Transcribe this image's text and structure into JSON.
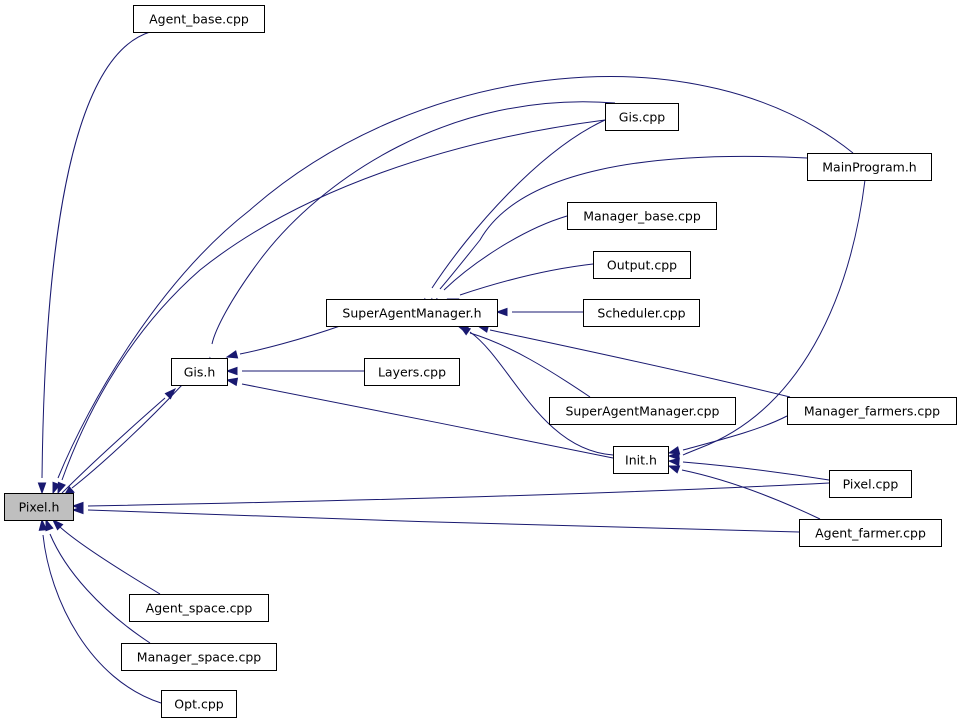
{
  "nodes": [
    {
      "id": "pixel_h",
      "label": "Pixel.h",
      "highlight": true
    },
    {
      "id": "agent_base_cpp",
      "label": "Agent_base.cpp"
    },
    {
      "id": "gis_cpp",
      "label": "Gis.cpp"
    },
    {
      "id": "mainprogram_h",
      "label": "MainProgram.h"
    },
    {
      "id": "manager_base_cpp",
      "label": "Manager_base.cpp"
    },
    {
      "id": "output_cpp",
      "label": "Output.cpp"
    },
    {
      "id": "superagentmanager_h",
      "label": "SuperAgentManager.h"
    },
    {
      "id": "scheduler_cpp",
      "label": "Scheduler.cpp"
    },
    {
      "id": "gis_h",
      "label": "Gis.h"
    },
    {
      "id": "layers_cpp",
      "label": "Layers.cpp"
    },
    {
      "id": "superagentmanager_cpp",
      "label": "SuperAgentManager.cpp"
    },
    {
      "id": "manager_farmers_cpp",
      "label": "Manager_farmers.cpp"
    },
    {
      "id": "init_h",
      "label": "Init.h"
    },
    {
      "id": "pixel_cpp",
      "label": "Pixel.cpp"
    },
    {
      "id": "agent_farmer_cpp",
      "label": "Agent_farmer.cpp"
    },
    {
      "id": "agent_space_cpp",
      "label": "Agent_space.cpp"
    },
    {
      "id": "manager_space_cpp",
      "label": "Manager_space.cpp"
    },
    {
      "id": "opt_cpp",
      "label": "Opt.cpp"
    }
  ],
  "edges": [
    {
      "from": "agent_base_cpp",
      "to": "pixel_h"
    },
    {
      "from": "mainprogram_h",
      "to": "pixel_h"
    },
    {
      "from": "gis_cpp",
      "to": "pixel_h"
    },
    {
      "from": "gis_h",
      "to": "pixel_h"
    },
    {
      "from": "pixel_cpp",
      "to": "pixel_h"
    },
    {
      "from": "agent_farmer_cpp",
      "to": "pixel_h"
    },
    {
      "from": "agent_space_cpp",
      "to": "pixel_h"
    },
    {
      "from": "manager_space_cpp",
      "to": "pixel_h"
    },
    {
      "from": "opt_cpp",
      "to": "pixel_h"
    },
    {
      "from": "pixel_h",
      "to": "gis_h"
    },
    {
      "from": "gis_cpp",
      "to": "gis_h"
    },
    {
      "from": "superagentmanager_h",
      "to": "gis_h"
    },
    {
      "from": "layers_cpp",
      "to": "gis_h"
    },
    {
      "from": "init_h",
      "to": "gis_h"
    },
    {
      "from": "gis_cpp",
      "to": "superagentmanager_h"
    },
    {
      "from": "mainprogram_h",
      "to": "superagentmanager_h"
    },
    {
      "from": "manager_base_cpp",
      "to": "superagentmanager_h"
    },
    {
      "from": "output_cpp",
      "to": "superagentmanager_h"
    },
    {
      "from": "scheduler_cpp",
      "to": "superagentmanager_h"
    },
    {
      "from": "superagentmanager_cpp",
      "to": "superagentmanager_h"
    },
    {
      "from": "manager_farmers_cpp",
      "to": "superagentmanager_h"
    },
    {
      "from": "init_h",
      "to": "superagentmanager_h"
    },
    {
      "from": "mainprogram_h",
      "to": "init_h"
    },
    {
      "from": "manager_farmers_cpp",
      "to": "init_h"
    },
    {
      "from": "pixel_cpp",
      "to": "init_h"
    },
    {
      "from": "agent_farmer_cpp",
      "to": "init_h"
    }
  ],
  "colors": {
    "edge": "#191970",
    "highlight_fill": "#bfbfbf",
    "node_fill": "#ffffff",
    "node_stroke": "#000000"
  }
}
